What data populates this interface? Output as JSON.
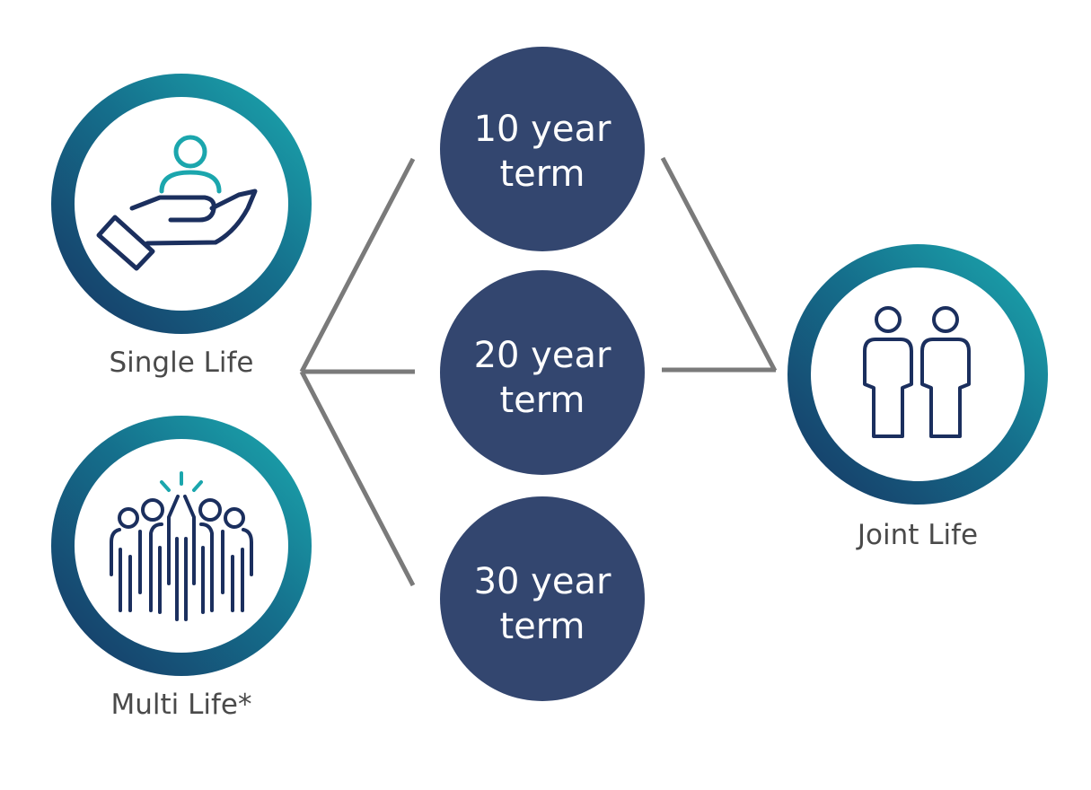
{
  "options_left": [
    {
      "label": "Single Life",
      "icon": "hand-holding-person-icon"
    },
    {
      "label": "Multi Life*",
      "icon": "group-celebrating-icon"
    }
  ],
  "terms": [
    {
      "line1": "10 year",
      "line2": "term"
    },
    {
      "line1": "20 year",
      "line2": "term"
    },
    {
      "line1": "30 year",
      "line2": "term"
    }
  ],
  "option_right": {
    "label": "Joint Life",
    "icon": "two-people-icon"
  },
  "colors": {
    "ring_dark": "#163a66",
    "ring_light": "#1ba6ad",
    "term_fill": "#33466f",
    "icon_navy": "#1b2f5e",
    "icon_teal": "#1ba6ad",
    "connector": "#7a7a7a",
    "caption": "#4a4a4a"
  }
}
